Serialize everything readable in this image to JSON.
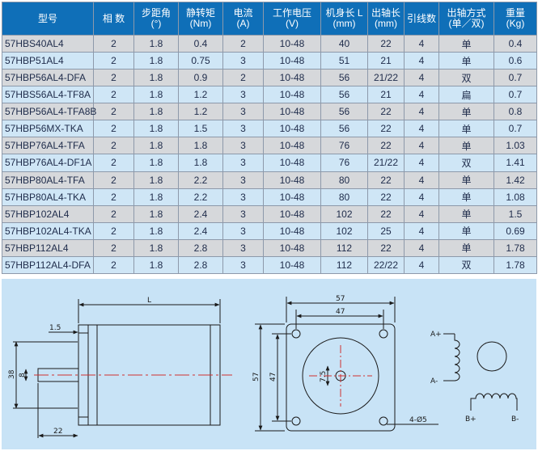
{
  "table": {
    "headers": [
      {
        "line1": "型号",
        "line2": ""
      },
      {
        "line1": "相 数",
        "line2": ""
      },
      {
        "line1": "步距角",
        "line2": "(°)"
      },
      {
        "line1": "静转矩",
        "line2": "(Nm)"
      },
      {
        "line1": "电流",
        "line2": "(A)"
      },
      {
        "line1": "工作电压",
        "line2": "(V)"
      },
      {
        "line1": "机身长 L",
        "line2": "(mm)"
      },
      {
        "line1": "出轴长",
        "line2": "(mm)"
      },
      {
        "line1": "引线数",
        "line2": ""
      },
      {
        "line1": "出轴方式",
        "line2": "(单／双)"
      },
      {
        "line1": "重量",
        "line2": "(Kg)"
      }
    ],
    "rows": [
      [
        "57HBS40AL4",
        "2",
        "1.8",
        "0.4",
        "2",
        "10-48",
        "40",
        "22",
        "4",
        "单",
        "0.4"
      ],
      [
        "57HBP51AL4",
        "2",
        "1.8",
        "0.75",
        "3",
        "10-48",
        "51",
        "21",
        "4",
        "单",
        "0.6"
      ],
      [
        "57HBP56AL4-DFA",
        "2",
        "1.8",
        "0.9",
        "2",
        "10-48",
        "56",
        "21/22",
        "4",
        "双",
        "0.7"
      ],
      [
        "57HBS56AL4-TF8A",
        "2",
        "1.8",
        "1.2",
        "3",
        "10-48",
        "56",
        "21",
        "4",
        "扁",
        "0.7"
      ],
      [
        "57HBP56AL4-TFA8B",
        "2",
        "1.8",
        "1.2",
        "3",
        "10-48",
        "56",
        "22",
        "4",
        "单",
        "0.8"
      ],
      [
        "57HBP56MX-TKA",
        "2",
        "1.8",
        "1.5",
        "3",
        "10-48",
        "56",
        "22",
        "4",
        "单",
        "0.7"
      ],
      [
        "57HBP76AL4-TFA",
        "2",
        "1.8",
        "1.8",
        "3",
        "10-48",
        "76",
        "22",
        "4",
        "单",
        "1.03"
      ],
      [
        "57HBP76AL4-DF1A",
        "2",
        "1.8",
        "1.8",
        "3",
        "10-48",
        "76",
        "21/22",
        "4",
        "双",
        "1.41"
      ],
      [
        "57HBP80AL4-TFA",
        "2",
        "1.8",
        "2.2",
        "3",
        "10-48",
        "80",
        "22",
        "4",
        "单",
        "1.42"
      ],
      [
        "57HBP80AL4-TKA",
        "2",
        "1.8",
        "2.2",
        "3",
        "10-48",
        "80",
        "22",
        "4",
        "单",
        "1.08"
      ],
      [
        "57HBP102AL4",
        "2",
        "1.8",
        "2.4",
        "3",
        "10-48",
        "102",
        "22",
        "4",
        "单",
        "1.5"
      ],
      [
        "57HBP102AL4-TKA",
        "2",
        "1.8",
        "2.4",
        "3",
        "10-48",
        "102",
        "25",
        "4",
        "单",
        "0.69"
      ],
      [
        "57HBP112AL4",
        "2",
        "1.8",
        "2.8",
        "3",
        "10-48",
        "112",
        "22",
        "4",
        "单",
        "1.78"
      ],
      [
        "57HBP112AL4-DFA",
        "2",
        "1.8",
        "2.8",
        "3",
        "10-48",
        "112",
        "22/22",
        "4",
        "双",
        "1.78"
      ]
    ]
  },
  "drawing": {
    "side_view": {
      "body_length_label": "L",
      "flange_label": "1.5",
      "shaft_diameter_label": "8",
      "boss_label": "38",
      "shaft_length_label": "22"
    },
    "front_view": {
      "outer_width_label": "57",
      "hole_spacing_label": "47",
      "outer_height_label": "57",
      "hole_spacing_v_label": "47",
      "shaft_flat_label": "7.5",
      "holes_label": "4-Ø5"
    },
    "wiring": {
      "a_plus": "A+",
      "a_minus": "A-",
      "b_plus": "B+",
      "b_minus": "B-"
    }
  },
  "colors": {
    "header_bg": "#0f6fb8",
    "row_gray": "#d6d8db",
    "row_blue": "#cfe6f6",
    "drawing_bg": "#c8e3f6"
  }
}
